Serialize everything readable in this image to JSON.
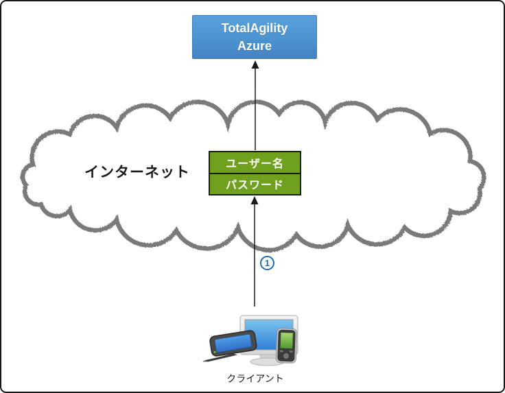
{
  "diagram": {
    "title_box": {
      "line1": "TotalAgility",
      "line2": "Azure"
    },
    "cloud": {
      "label": "インターネット"
    },
    "credentials_box": {
      "username_label": "ユーザー名",
      "password_label": "パスワード"
    },
    "step_marker": {
      "number": "1"
    },
    "client": {
      "label": "クライアント"
    },
    "icons": [
      "internet-cloud-shape",
      "desktop-monitor-icon",
      "tablet-icon",
      "stylus-icon",
      "smartphone-icon",
      "up-arrow-client-to-credentials",
      "up-arrow-credentials-to-azure",
      "step-1-circle"
    ],
    "colors": {
      "azure_box_fill": "#4E96D3",
      "azure_box_border": "#3D7AB5",
      "credentials_fill": "#6FA11F",
      "credentials_border": "#1A1A1A",
      "cloud_outline": "#7A7A7A",
      "step_marker_blue": "#1F6CB0",
      "arrow_color": "#1A1A1A",
      "text_on_boxes": "#FFFFFF"
    }
  }
}
